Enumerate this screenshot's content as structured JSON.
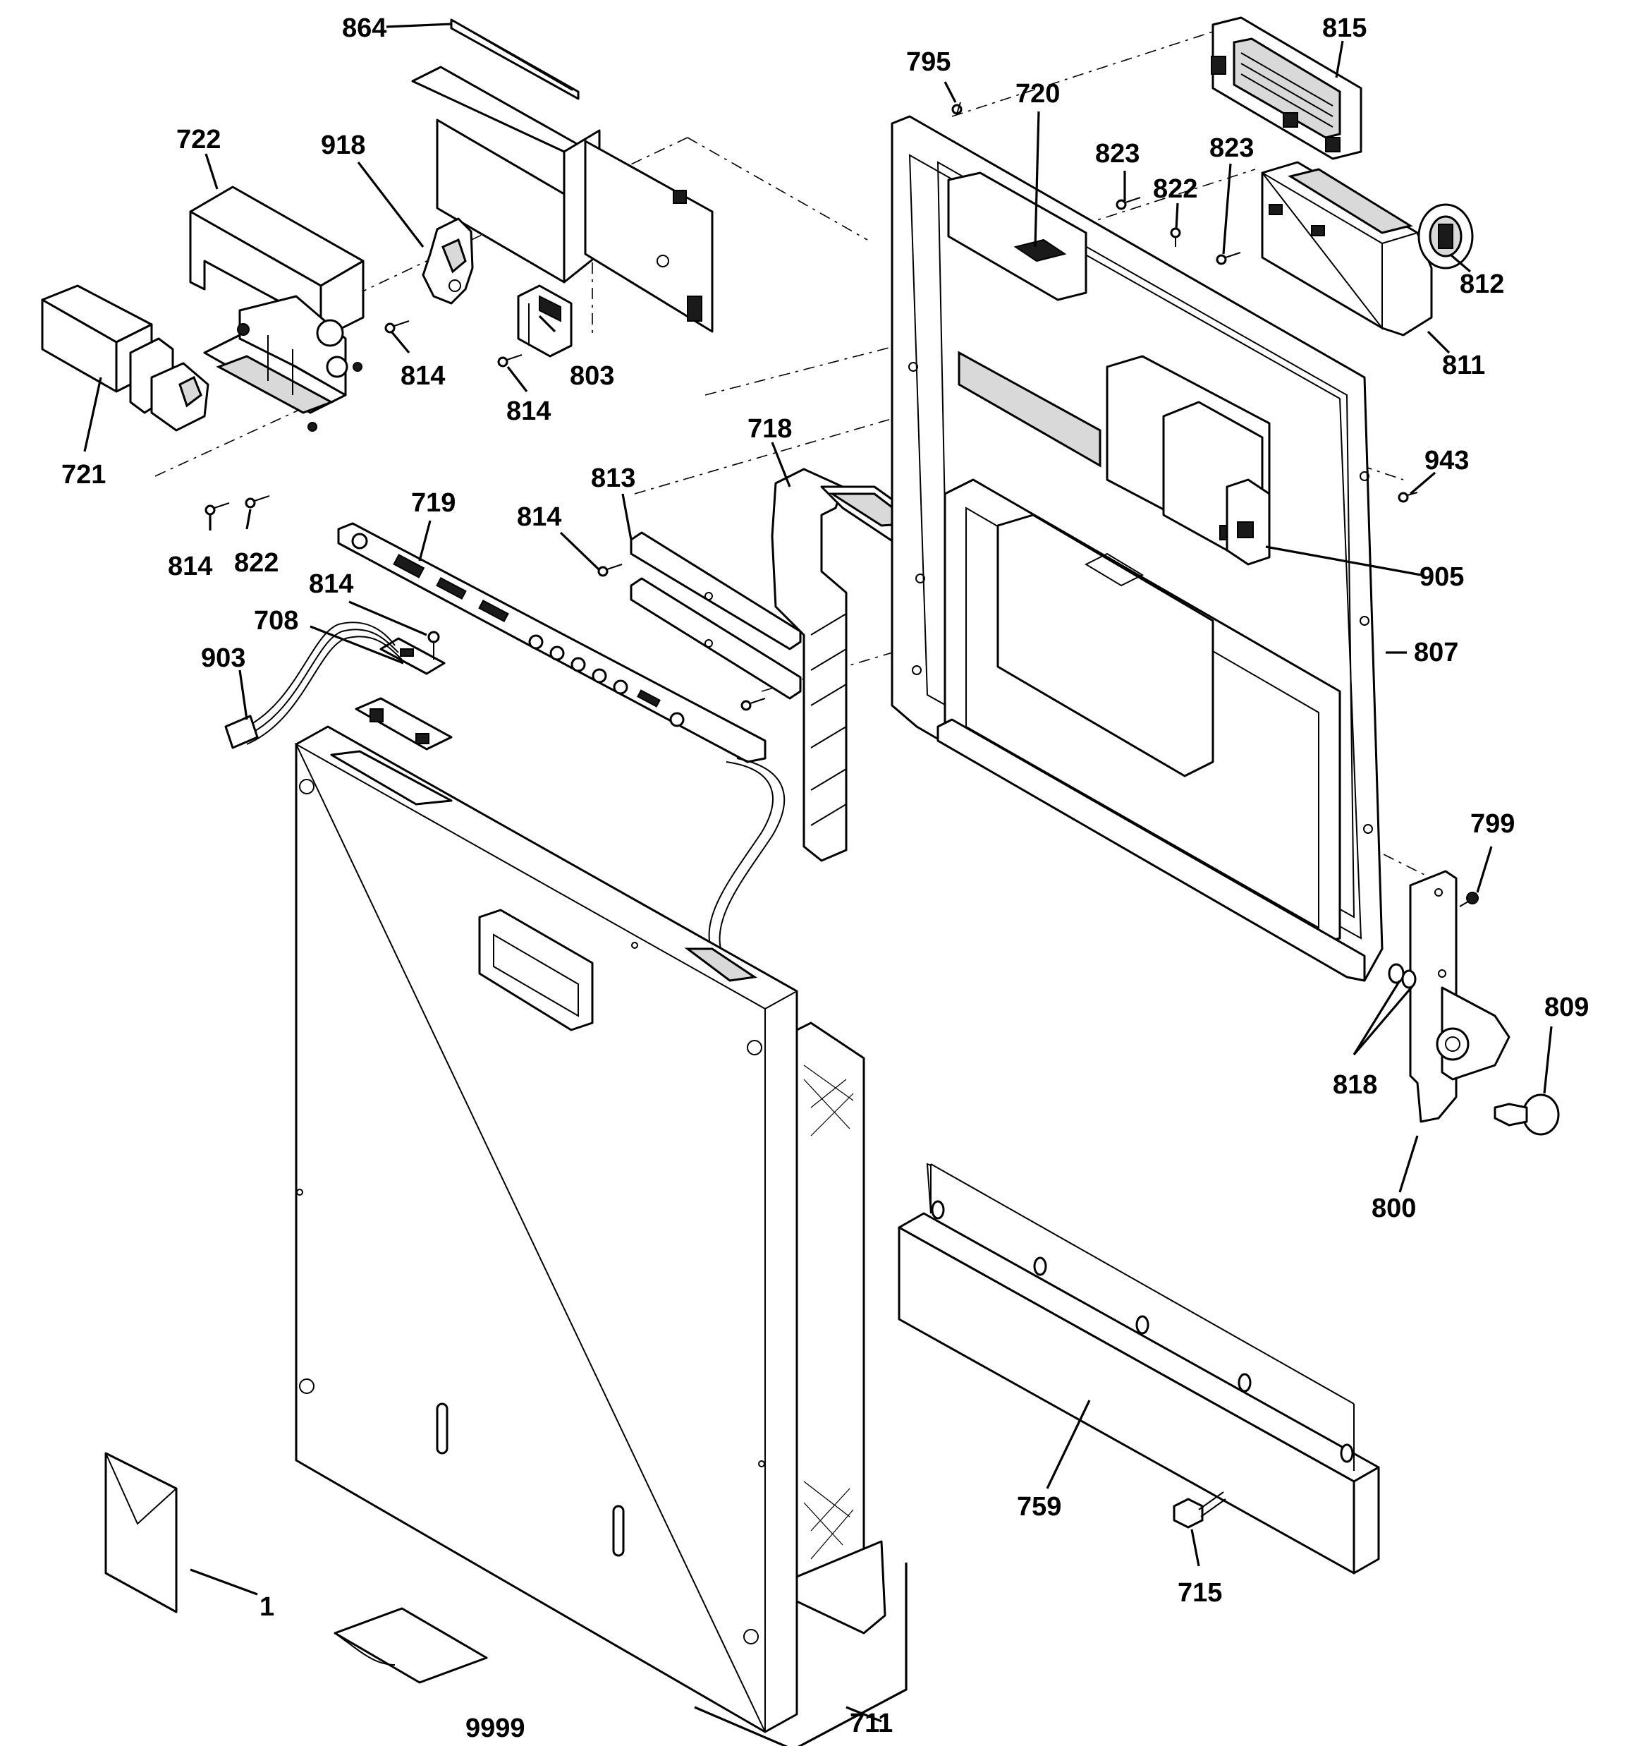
{
  "diagram": {
    "parts": [
      {
        "key": "p864",
        "label": "864"
      },
      {
        "key": "p722",
        "label": "722"
      },
      {
        "key": "p918",
        "label": "918"
      },
      {
        "key": "p721",
        "label": "721"
      },
      {
        "key": "p814a",
        "label": "814"
      },
      {
        "key": "p814b",
        "label": "814"
      },
      {
        "key": "p803",
        "label": "803"
      },
      {
        "key": "p814c",
        "label": "814"
      },
      {
        "key": "p822a",
        "label": "822"
      },
      {
        "key": "p795",
        "label": "795"
      },
      {
        "key": "p720",
        "label": "720"
      },
      {
        "key": "p815",
        "label": "815"
      },
      {
        "key": "p823a",
        "label": "823"
      },
      {
        "key": "p822b",
        "label": "822"
      },
      {
        "key": "p823b",
        "label": "823"
      },
      {
        "key": "p812",
        "label": "812"
      },
      {
        "key": "p811",
        "label": "811"
      },
      {
        "key": "p718",
        "label": "718"
      },
      {
        "key": "p813",
        "label": "813"
      },
      {
        "key": "p814d",
        "label": "814"
      },
      {
        "key": "p719",
        "label": "719"
      },
      {
        "key": "p814e",
        "label": "814"
      },
      {
        "key": "p708",
        "label": "708"
      },
      {
        "key": "p903",
        "label": "903"
      },
      {
        "key": "p943",
        "label": "943"
      },
      {
        "key": "p905",
        "label": "905"
      },
      {
        "key": "p807",
        "label": "807"
      },
      {
        "key": "p799",
        "label": "799"
      },
      {
        "key": "p809",
        "label": "809"
      },
      {
        "key": "p818",
        "label": "818"
      },
      {
        "key": "p800",
        "label": "800"
      },
      {
        "key": "p759",
        "label": "759"
      },
      {
        "key": "p715",
        "label": "715"
      },
      {
        "key": "p1",
        "label": "1"
      },
      {
        "key": "p9999",
        "label": "9999"
      },
      {
        "key": "p711",
        "label": "711"
      }
    ]
  }
}
